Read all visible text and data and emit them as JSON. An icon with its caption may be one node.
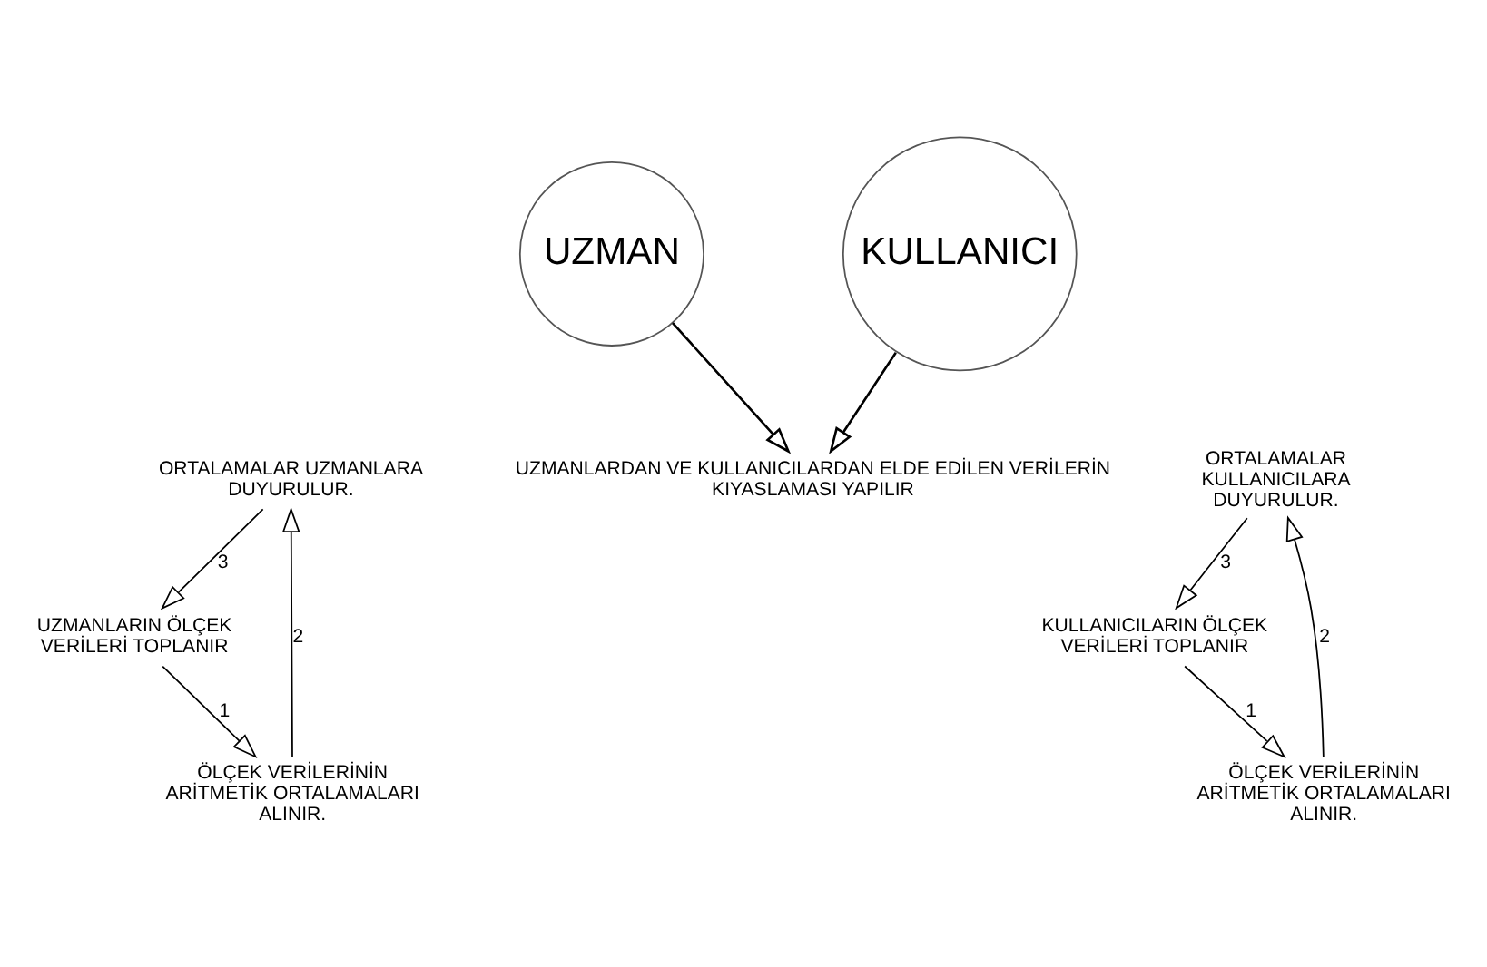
{
  "diagram": {
    "nodes": [
      {
        "text": [
          "UZMAN"
        ]
      },
      {
        "text": [
          "ORTALAMALAR UZMANLARA DUYURULUR."
        ]
      },
      {
        "text": [
          "UZMANLARIN ÖLÇEK VERİLERİ TOPLANIR"
        ]
      },
      {
        "text": [
          "ÖLÇEK VERİLERİNİN ARİTMETİK ORTALAMALARI ALINIR."
        ]
      },
      {
        "text": [
          "KULLANICI"
        ]
      },
      {
        "text": [
          "ORTALAMALAR KULLANICILARA DUYURULUR."
        ]
      },
      {
        "text": [
          "KULLANICILARIN ÖLÇEK VERİLERİ TOPLANIR"
        ]
      },
      {
        "text": [
          "ÖLÇEK VERİLERİNİN ARİTMETİK ORTALAMALARI ALINIR."
        ]
      },
      {
        "text": [
          "UZMANLARDAN VE KULLANICILARDAN ELDE EDİLEN VERİLERİN KIYASLAMASI YAPILIR"
        ]
      }
    ],
    "edges": [
      {
        "from": 2,
        "to": 3,
        "arrow": "to",
        "label": "1"
      },
      {
        "from": 3,
        "to": 1,
        "arrow": "to",
        "label": "2"
      },
      {
        "from": 1,
        "to": 2,
        "arrow": "to",
        "label": "3"
      },
      {
        "from": 6,
        "to": 7,
        "arrow": "to",
        "label": "1"
      },
      {
        "from": 7,
        "to": 5,
        "arrow": "to",
        "label": "2"
      },
      {
        "from": 5,
        "to": 6,
        "arrow": "to",
        "label": "3"
      },
      {
        "from": 0,
        "to": 8,
        "arrow": "to"
      },
      {
        "from": 4,
        "to": 8,
        "arrow": "to"
      }
    ]
  }
}
